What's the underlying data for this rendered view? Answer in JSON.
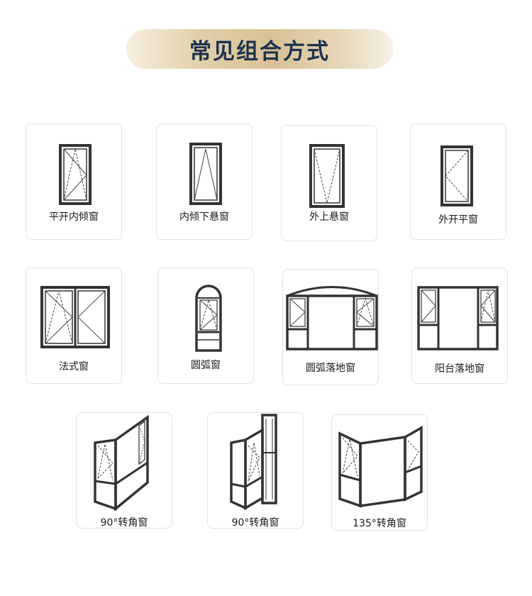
{
  "title": "常见组合方式",
  "items": [
    {
      "label": "平开内倾窗"
    },
    {
      "label": "内倾下悬窗"
    },
    {
      "label": "外上悬窗"
    },
    {
      "label": "外开平窗"
    },
    {
      "label": "法式窗"
    },
    {
      "label": "圆弧窗"
    },
    {
      "label": "圆弧落地窗"
    },
    {
      "label": "阳台落地窗"
    },
    {
      "label": "90°转角窗"
    },
    {
      "label": "90°转角窗"
    },
    {
      "label": "135°转角窗"
    }
  ],
  "colors": {
    "frame": "#333333",
    "title_text": "#1e3350",
    "card_border": "#e3e3e3",
    "pill_gold": "#d9c195"
  }
}
